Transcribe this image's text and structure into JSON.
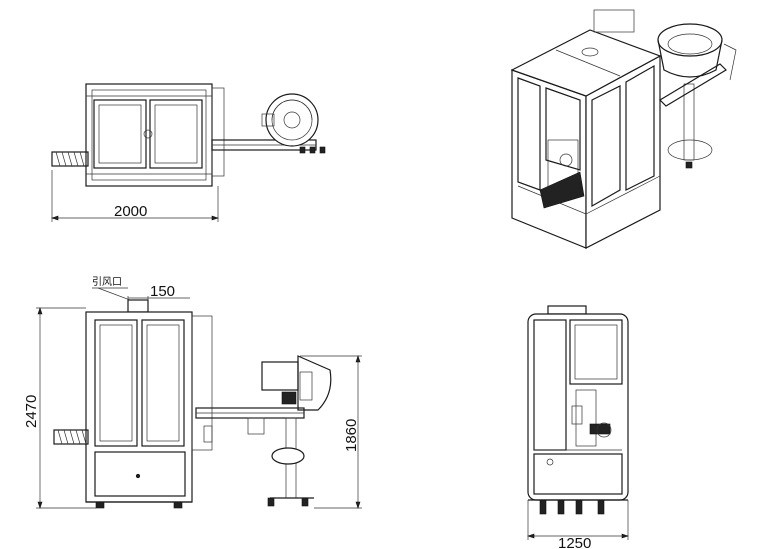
{
  "labels": {
    "top_width": "2000",
    "front_height": "2470",
    "outlet_label": "引风口",
    "outlet_size": "150",
    "conveyor_height": "1860",
    "side_width": "1250"
  }
}
